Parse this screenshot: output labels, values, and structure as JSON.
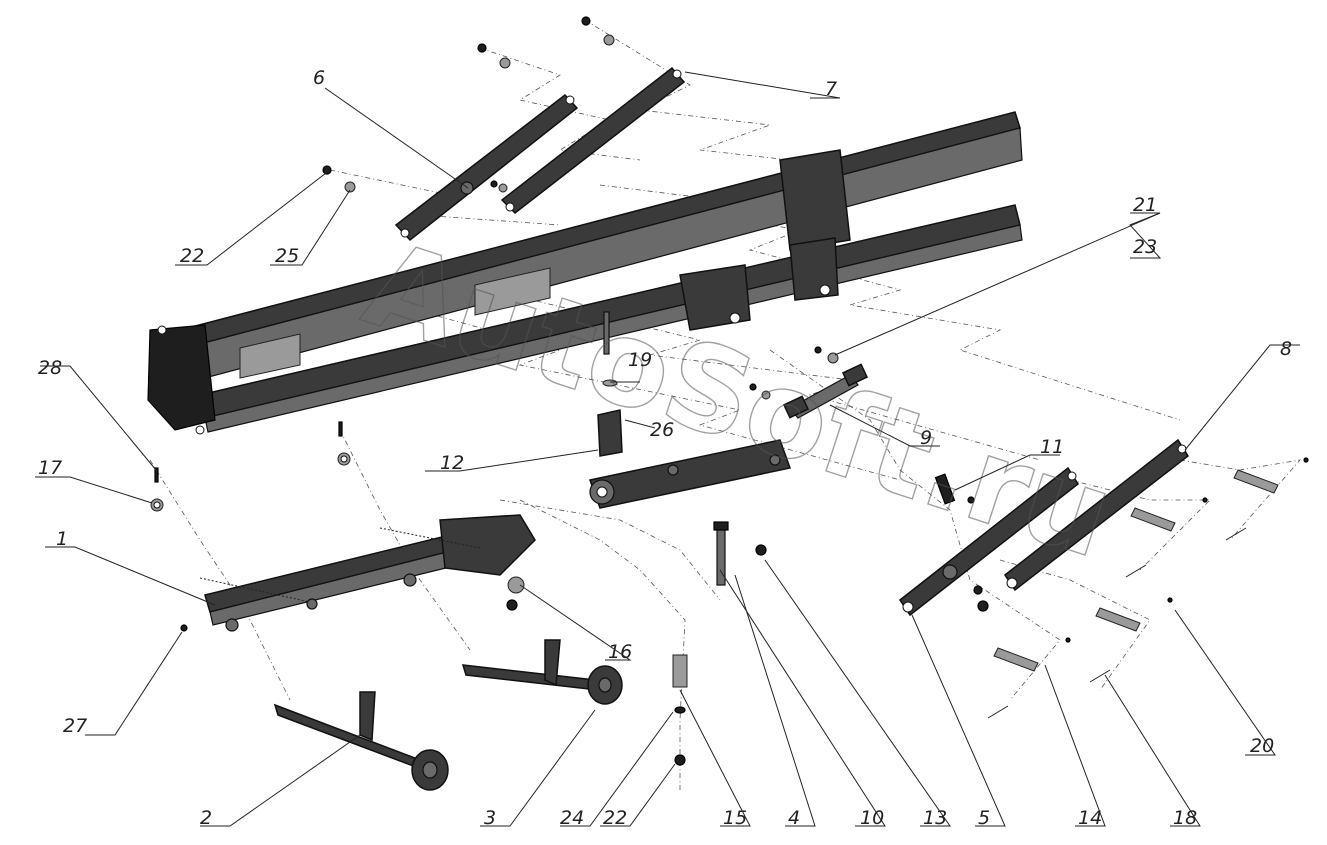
{
  "watermark": "AutoSoft.ru",
  "callouts": [
    {
      "id": "c1",
      "label": "1"
    },
    {
      "id": "c2",
      "label": "2"
    },
    {
      "id": "c3",
      "label": "3"
    },
    {
      "id": "c4",
      "label": "4"
    },
    {
      "id": "c5",
      "label": "5"
    },
    {
      "id": "c6",
      "label": "6"
    },
    {
      "id": "c7",
      "label": "7"
    },
    {
      "id": "c8",
      "label": "8"
    },
    {
      "id": "c9",
      "label": "9"
    },
    {
      "id": "c10",
      "label": "10"
    },
    {
      "id": "c11",
      "label": "11"
    },
    {
      "id": "c12",
      "label": "12"
    },
    {
      "id": "c13",
      "label": "13"
    },
    {
      "id": "c14",
      "label": "14"
    },
    {
      "id": "c15",
      "label": "15"
    },
    {
      "id": "c16",
      "label": "16"
    },
    {
      "id": "c17",
      "label": "17"
    },
    {
      "id": "c18",
      "label": "18"
    },
    {
      "id": "c19",
      "label": "19"
    },
    {
      "id": "c20",
      "label": "20"
    },
    {
      "id": "c21",
      "label": "21"
    },
    {
      "id": "c22a",
      "label": "22"
    },
    {
      "id": "c22b",
      "label": "22"
    },
    {
      "id": "c23",
      "label": "23"
    },
    {
      "id": "c24",
      "label": "24"
    },
    {
      "id": "c25",
      "label": "25"
    },
    {
      "id": "c26",
      "label": "26"
    },
    {
      "id": "c27",
      "label": "27"
    },
    {
      "id": "c28",
      "label": "28"
    }
  ]
}
